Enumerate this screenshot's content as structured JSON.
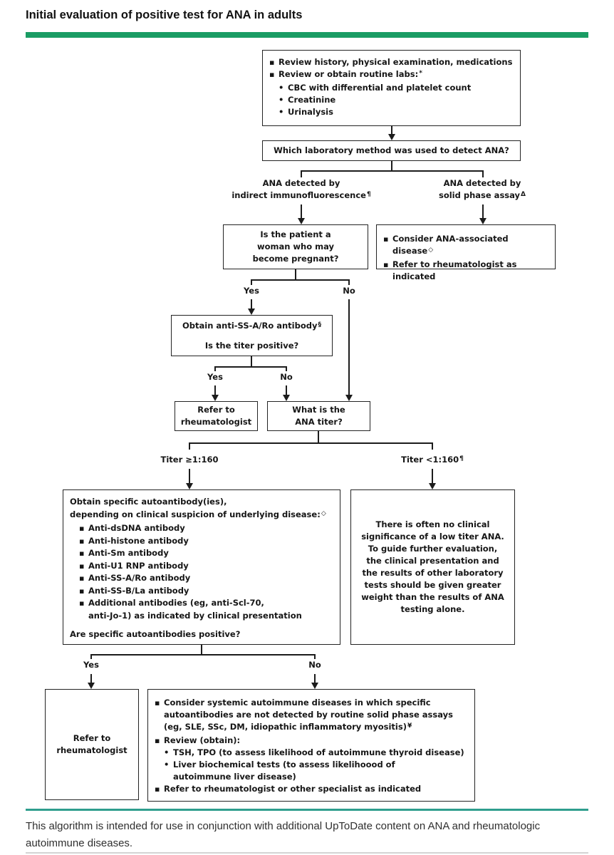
{
  "title": "Initial evaluation of positive test for ANA in adults",
  "colors": {
    "accent_green": "#1a9c64",
    "footer_teal": "#2f9e8e"
  },
  "boxes": {
    "review": {
      "item1": "Review history, physical examination, medications",
      "item2": "Review or obtain routine labs:",
      "item2_sup": "*",
      "sub1": "CBC with differential and platelet count",
      "sub2": "Creatinine",
      "sub3": "Urinalysis"
    },
    "method": {
      "text": "Which laboratory method was used to detect ANA?"
    },
    "branch_iif": {
      "line1": "ANA detected by",
      "line2": "indirect immunofluorescence",
      "sup": "¶"
    },
    "branch_spa": {
      "line1": "ANA detected by",
      "line2": "solid phase assay",
      "sup": "Δ"
    },
    "pregnant": {
      "line1": "Is the patient a",
      "line2": "woman who may",
      "line3": "become pregnant?"
    },
    "spa_result": {
      "item1": "Consider ANA-associated disease",
      "item1_sup": "◇",
      "item2": "Refer to rheumatologist as indicated"
    },
    "ssa": {
      "line1": "Obtain anti-SS-A/Ro antibody",
      "line1_sup": "§",
      "line2": "Is the titer positive?"
    },
    "refer1": {
      "line1": "Refer to",
      "line2": "rheumatologist"
    },
    "titer": {
      "line1": "What is the",
      "line2": "ANA titer?"
    },
    "autoantibody": {
      "intro1": "Obtain specific autoantibody(ies),",
      "intro2": "depending on clinical suspicion of underlying disease:",
      "intro2_sup": "◇",
      "items": [
        "Anti-dsDNA antibody",
        "Anti-histone antibody",
        "Anti-Sm antibody",
        "Anti-U1 RNP antibody",
        "Anti-SS-A/Ro antibody",
        "Anti-SS-B/La antibody"
      ],
      "item7_line1": "Additional antibodies (eg, anti-Scl-70,",
      "item7_line2": "anti-Jo-1) as indicated by clinical presentation",
      "question": "Are specific autoantibodies positive?"
    },
    "low_titer": {
      "text": "There is often no clinical significance of a low titer ANA. To guide further evaluation, the clinical presentation and the results of other laboratory tests should be given greater weight than the results of ANA testing alone."
    },
    "refer2": {
      "line1": "Refer to",
      "line2": "rheumatologist"
    },
    "consider": {
      "item1": "Consider systemic autoimmune diseases in which specific autoantibodies are not detected by routine solid phase assays (eg, SLE, SSc, DM, idiopathic inflammatory myositis)",
      "item1_sup": "¥",
      "item2": "Review (obtain):",
      "sub1": "TSH, TPO (to assess likelihood of autoimmune thyroid disease)",
      "sub2": "Liver biochemical tests (to assess likelihoood of autoimmune liver disease)",
      "item3": "Refer to rheumatologist or other specialist as indicated"
    }
  },
  "labels": {
    "yes1": "Yes",
    "no1": "No",
    "yes2": "Yes",
    "no2": "No",
    "titer_high": "Titer ≥1:160",
    "titer_low": "Titer <1:160",
    "titer_low_sup": "¶",
    "yes3": "Yes",
    "no3": "No"
  },
  "footer": {
    "note": "This algorithm is intended for use in conjunction with additional UpToDate content on ANA and rheumatologic autoimmune diseases."
  }
}
